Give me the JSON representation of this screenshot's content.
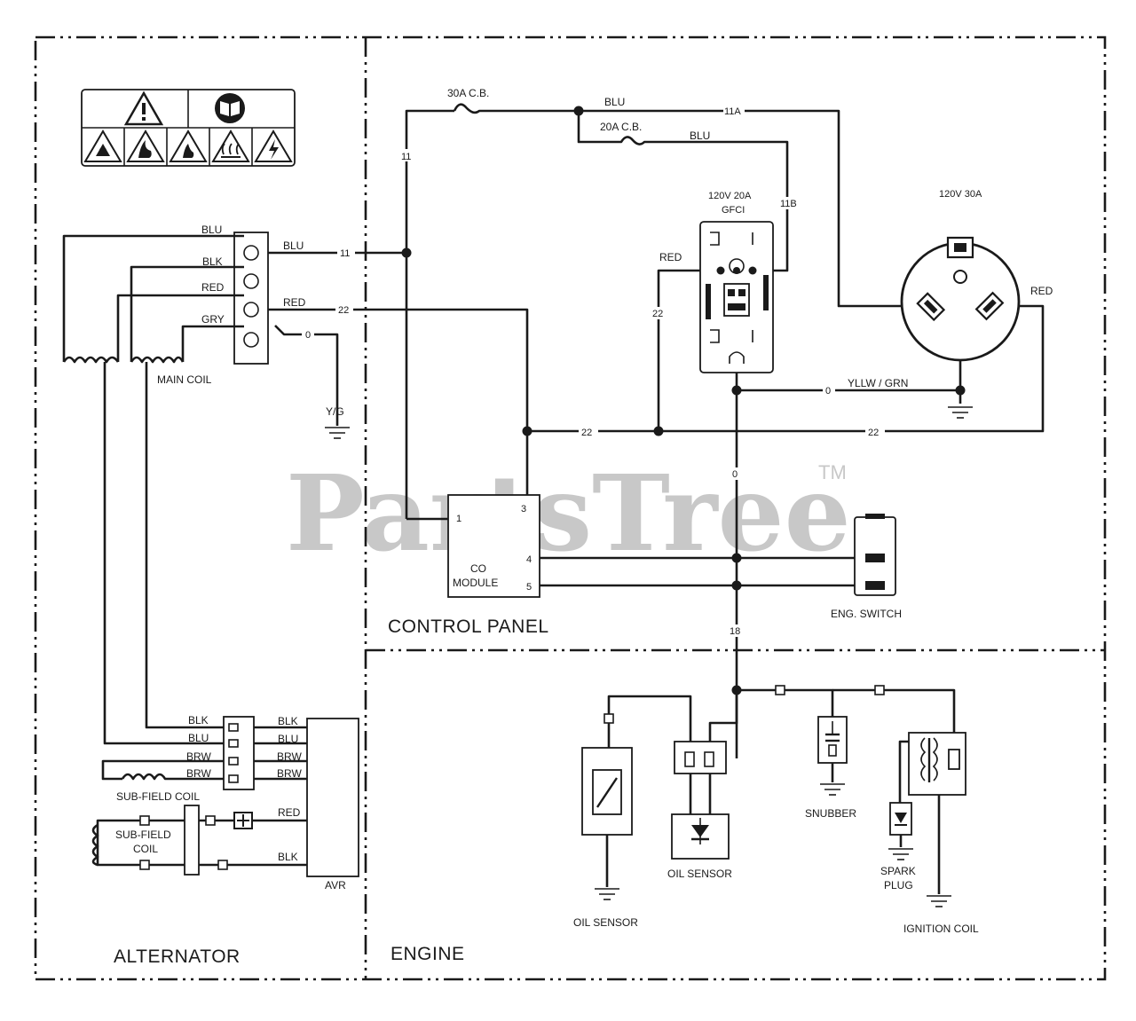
{
  "sections": {
    "alternator": "ALTERNATOR",
    "control_panel": "CONTROL PANEL",
    "engine": "ENGINE"
  },
  "watermark": {
    "text": "PartsTree",
    "tm": "TM"
  },
  "labels": {
    "cb30": "30A C.B.",
    "cb20": "20A C.B.",
    "blu_top": "BLU",
    "blu_11a": "BLU",
    "w11a": "11A",
    "blu_mid": "BLU",
    "w11b": "11B",
    "w11_left": "11",
    "gfci_line1": "120V 20A",
    "gfci_line2": "GFCI",
    "rec30": "120V 30A",
    "red_gfci": "RED",
    "w22_gfci": "22",
    "red_rec": "RED",
    "w0_gfci": "0",
    "yllw_grn": "YLLW / GRN",
    "w22_a": "22",
    "w22_b": "22",
    "w0_mid": "0",
    "w18": "18",
    "blu_coil": "BLU",
    "blk_coil": "BLK",
    "red_coil": "RED",
    "gry_coil": "GRY",
    "blu_term": "BLU",
    "w11_term": "11",
    "red_term": "RED",
    "w22_term": "22",
    "w0_term": "0",
    "yg": "Y/G",
    "main_coil": "MAIN COIL",
    "co_1": "1",
    "co_3": "3",
    "co_4": "4",
    "co_5": "5",
    "co_line1": "CO",
    "co_line2": "MODULE",
    "eng_switch": "ENG. SWITCH",
    "avr_blk_l": "BLK",
    "avr_blu_l": "BLU",
    "avr_brw1_l": "BRW",
    "avr_brw2_l": "BRW",
    "avr_blk_r": "BLK",
    "avr_blu_r": "BLU",
    "avr_brw1_r": "BRW",
    "avr_brw2_r": "BRW",
    "sub_field_coil_top": "SUB-FIELD COIL",
    "sub_field_line1": "SUB-FIELD",
    "sub_field_line2": "COIL",
    "avr_red": "RED",
    "avr_blk": "BLK",
    "avr": "AVR",
    "oil_sensor_left": "OIL SENSOR",
    "oil_sensor_mid": "OIL SENSOR",
    "snubber": "SNUBBER",
    "spark_line1": "SPARK",
    "spark_line2": "PLUG",
    "ignition_coil": "IGNITION COIL"
  },
  "icons": [
    "warning-triangle-icon",
    "manual-book-icon",
    "explosion-icon",
    "fire-icon",
    "flammable-icon",
    "hot-surface-icon",
    "electric-shock-icon",
    "ground-icon"
  ]
}
